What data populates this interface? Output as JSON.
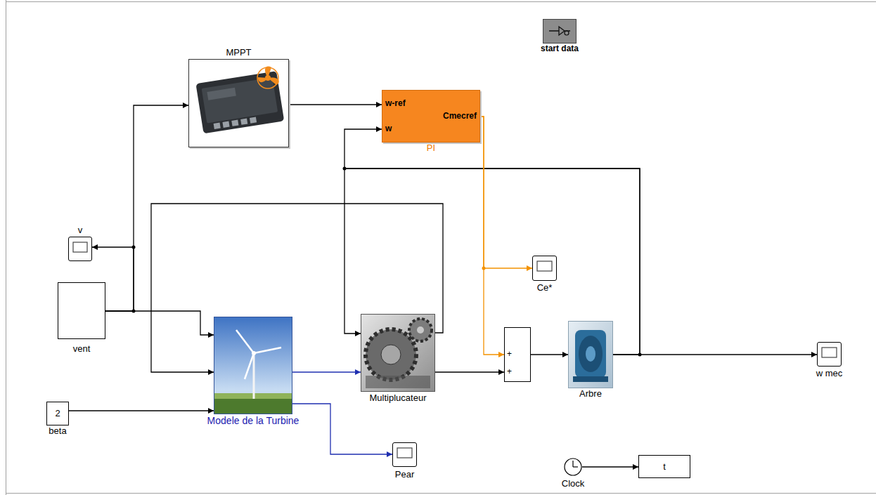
{
  "diagram": {
    "nodes": [
      {
        "text": [
          "MPPT"
        ]
      },
      {
        "text": [
          "start data"
        ]
      },
      {
        "text": [
          "w-ref",
          "w",
          "Cmecref",
          "PI"
        ]
      },
      {
        "text": [
          "v"
        ]
      },
      {
        "text": [
          "vent"
        ]
      },
      {
        "text": [
          "Ce*"
        ]
      },
      {
        "text": [
          "Modele de la Turbine"
        ]
      },
      {
        "text": [
          "Multiplucateur"
        ]
      },
      {
        "text": [
          "+",
          "+"
        ]
      },
      {
        "text": [
          "Arbre"
        ]
      },
      {
        "text": [
          "w mec"
        ]
      },
      {
        "text": [
          "2",
          "beta"
        ]
      },
      {
        "text": [
          "Pear"
        ]
      },
      {
        "text": [
          "Clock"
        ]
      },
      {
        "text": [
          "t"
        ]
      }
    ],
    "edges": [
      {
        "from": 4,
        "to": 3,
        "arrow": "to"
      },
      {
        "from": 4,
        "to": 0,
        "arrow": "to"
      },
      {
        "from": 4,
        "to": 6,
        "arrow": "to"
      },
      {
        "from": 0,
        "to": 2,
        "arrow": "to"
      },
      {
        "from": 9,
        "to": 2,
        "arrow": "to"
      },
      {
        "from": 9,
        "to": 7,
        "arrow": "to"
      },
      {
        "from": 9,
        "to": 10,
        "arrow": "to"
      },
      {
        "from": 7,
        "to": 6,
        "arrow": "to"
      },
      {
        "from": 11,
        "to": 6,
        "arrow": "to"
      },
      {
        "from": 6,
        "to": 7,
        "arrow": "to"
      },
      {
        "from": 6,
        "to": 12,
        "arrow": "to"
      },
      {
        "from": 2,
        "to": 5,
        "arrow": "to"
      },
      {
        "from": 2,
        "to": 8,
        "arrow": "to"
      },
      {
        "from": 7,
        "to": 8,
        "arrow": "to"
      },
      {
        "from": 8,
        "to": 9,
        "arrow": "to"
      },
      {
        "from": 13,
        "to": 14,
        "arrow": "to"
      }
    ]
  }
}
